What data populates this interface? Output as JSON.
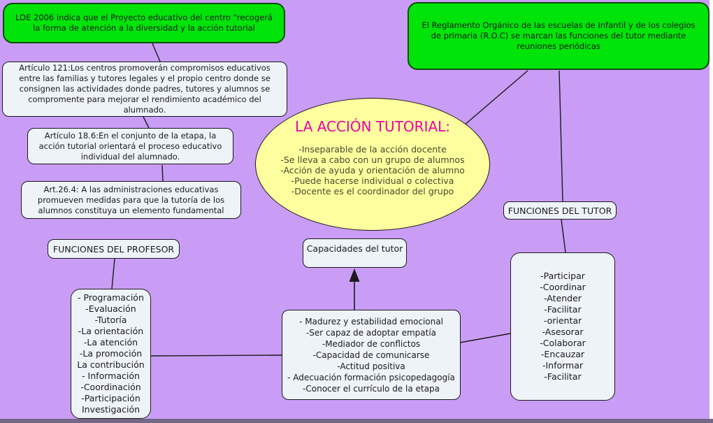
{
  "title": "Mapa conceptual: La acción tutorial",
  "colors": {
    "background": "#c99df5",
    "green_node_fill": "#00e409",
    "green_node_border": "#004d00",
    "light_node_fill": "#eef3f8",
    "ellipse_fill": "#fdff9e",
    "ellipse_title_text": "#ec00a8",
    "ellipse_body_text": "#4a4a2e",
    "line_color": "#1a1a1a"
  },
  "nodes": {
    "loe": {
      "text": "LOE 2006 indica que el Proyecto educativo del centro \"recogerá la forma de atención a la diversidad y la acción tutorial"
    },
    "roc": {
      "text": "El Reglamento Orgánico de las escuelas de Infantil y de los colegios de primaria (R.O.C) se marcan las funciones del tutor mediante reuniones periódicas"
    },
    "articulo_121": {
      "text": "Artículo 121:Los centros promoverán compromisos educativos entre las familias y tutores legales y el propio centro donde se consignen las actividades donde padres, tutores y alumnos se compromente para mejorar el rendimiento académico del alumnado."
    },
    "articulo_18_6": {
      "text": "Artículo 18.6:En el conjunto de la etapa, la acción tutorial orientará el proceso educativo individual del alumnado."
    },
    "art_26_4": {
      "text": "Art.26.4:  A las administraciones educativas promueven medidas para que la tutoría de los alumnos constituya un elemento fundamental"
    },
    "accion_tutorial": {
      "title": "LA ACCIÓN TUTORIAL:",
      "items": [
        "-Inseparable de la acción docente",
        "-Se lleva a cabo con un grupo de alumnos",
        "-Acción de ayuda y orientación de alumno",
        "-Puede hacerse individual o colectiva",
        "-Docente es el coordinador del grupo"
      ]
    },
    "funciones_tutor": {
      "label": "FUNCIONES DEL TUTOR"
    },
    "funciones_profesor": {
      "label": "FUNCIONES DEL PROFESOR"
    },
    "capacidades_tutor": {
      "label": "Capacidades del tutor"
    },
    "profesor_list": {
      "items": [
        "- Programación",
        "-Evaluación",
        "-Tutoría",
        "-La orientación",
        "-La atención",
        "-La promoción",
        "La contribución",
        "- Información",
        "-Coordinación",
        "-Participación",
        "Investigación"
      ]
    },
    "capacidades_list": {
      "items": [
        "- Madurez y estabilidad emocional",
        "-Ser capaz de adoptar empatía",
        "-Mediador de conflictos",
        "-Capacidad de comunicarse",
        "-Actitud positiva",
        "- Adecuación formación psicopedagogía",
        "-Conocer el currículo de la etapa"
      ]
    },
    "tutor_list": {
      "items": [
        "-Participar",
        "-Coordinar",
        "-Atender",
        "-Facilitar",
        "-orientar",
        "-Asesorar",
        "-Colaborar",
        "-Encauzar",
        "-Informar",
        "-Facilitar"
      ]
    }
  }
}
